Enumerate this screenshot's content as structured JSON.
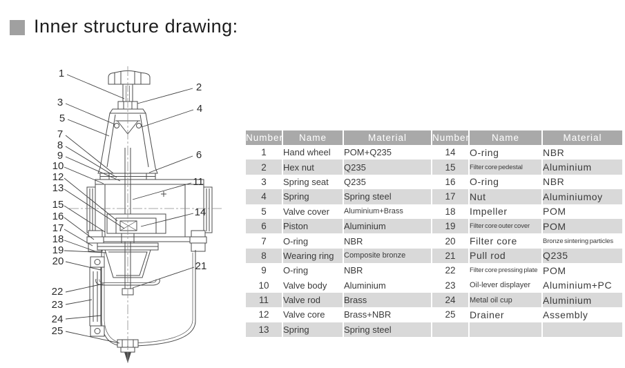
{
  "title": {
    "text": "Inner structure drawing:"
  },
  "table": {
    "headers": [
      "Number",
      "Name",
      "Material"
    ],
    "left_rows": [
      {
        "number": "1",
        "name": "Hand wheel",
        "material": "POM+Q235"
      },
      {
        "number": "2",
        "name": "Hex nut",
        "material": "Q235"
      },
      {
        "number": "3",
        "name": "Spring seat",
        "material": "Q235"
      },
      {
        "number": "4",
        "name": "Spring",
        "material": "Spring steel"
      },
      {
        "number": "5",
        "name": "Valve cover",
        "material": "Aluminium+Brass"
      },
      {
        "number": "6",
        "name": "Piston",
        "material": "Aluminium"
      },
      {
        "number": "7",
        "name": "O-ring",
        "material": "NBR"
      },
      {
        "number": "8",
        "name": "Wearing ring",
        "material": "Composite bronze"
      },
      {
        "number": "9",
        "name": "O-ring",
        "material": "NBR"
      },
      {
        "number": "10",
        "name": "Valve body",
        "material": "Aluminium"
      },
      {
        "number": "11",
        "name": "Valve rod",
        "material": "Brass"
      },
      {
        "number": "12",
        "name": "Valve core",
        "material": "Brass+NBR"
      },
      {
        "number": "13",
        "name": "Spring",
        "material": "Spring steel"
      }
    ],
    "right_rows": [
      {
        "number": "14",
        "name": "O-ring",
        "material": "NBR"
      },
      {
        "number": "15",
        "name": "Filter core pedestal",
        "material": "Aluminium"
      },
      {
        "number": "16",
        "name": "O-ring",
        "material": "NBR"
      },
      {
        "number": "17",
        "name": "Nut",
        "material": "Aluminiumoy"
      },
      {
        "number": "18",
        "name": "Impeller",
        "material": "POM"
      },
      {
        "number": "19",
        "name": "Filter core outer cover",
        "material": "POM"
      },
      {
        "number": "20",
        "name": "Filter core",
        "material": "Bronze sintering particles"
      },
      {
        "number": "21",
        "name": "Pull rod",
        "material": "Q235"
      },
      {
        "number": "22",
        "name": "Filter core pressing plate",
        "material": "POM"
      },
      {
        "number": "23",
        "name": "Oil-lever displayer",
        "material": "Aluminium+PC"
      },
      {
        "number": "24",
        "name": "Metal oil cup",
        "material": "Aluminium"
      },
      {
        "number": "25",
        "name": "Drainer",
        "material": "Assembly"
      },
      {
        "number": "",
        "name": "",
        "material": ""
      }
    ]
  },
  "diagram": {
    "callouts": [
      {
        "label": "1"
      },
      {
        "label": "2"
      },
      {
        "label": "3"
      },
      {
        "label": "4"
      },
      {
        "label": "5"
      },
      {
        "label": "6"
      },
      {
        "label": "7"
      },
      {
        "label": "8"
      },
      {
        "label": "9"
      },
      {
        "label": "10"
      },
      {
        "label": "11"
      },
      {
        "label": "12"
      },
      {
        "label": "13"
      },
      {
        "label": "14"
      },
      {
        "label": "15"
      },
      {
        "label": "16"
      },
      {
        "label": "17"
      },
      {
        "label": "18"
      },
      {
        "label": "19"
      },
      {
        "label": "20"
      },
      {
        "label": "21"
      },
      {
        "label": "22"
      },
      {
        "label": "23"
      },
      {
        "label": "24"
      },
      {
        "label": "25"
      }
    ]
  },
  "colors": {
    "header_bg": "#a9a9a9",
    "header_text": "#ffffff",
    "row_shade": "#d9d9d9",
    "table_text": "#3a3a3a",
    "line_color": "#4a4a4a",
    "callout_text": "#2b2b2b",
    "title_text": "#1d1d1d",
    "bullet": "#a0a0a0"
  }
}
